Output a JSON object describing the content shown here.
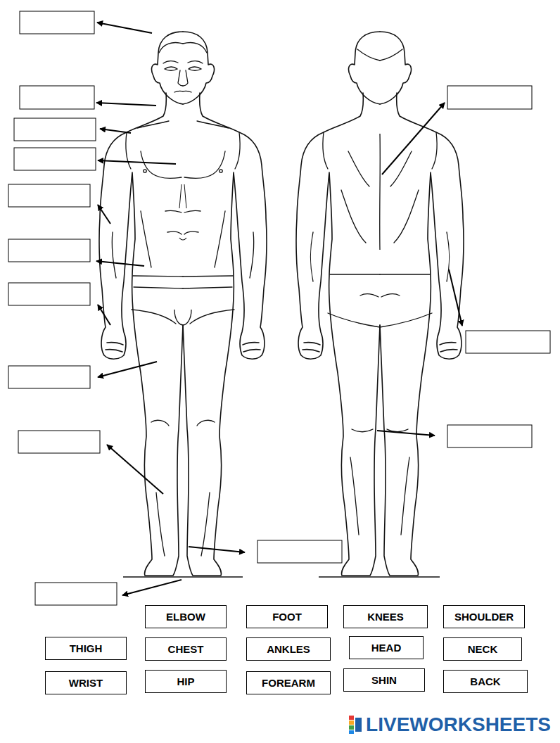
{
  "diagram": {
    "nodes": [
      {
        "text": [
          "ELBOW"
        ]
      },
      {
        "text": [
          "FOOT"
        ]
      },
      {
        "text": [
          "KNEES"
        ]
      },
      {
        "text": [
          "SHOULDER"
        ]
      },
      {
        "text": [
          "THIGH"
        ]
      },
      {
        "text": [
          "CHEST"
        ]
      },
      {
        "text": [
          "ANKLES"
        ]
      },
      {
        "text": [
          "HEAD"
        ]
      },
      {
        "text": [
          "NECK"
        ]
      },
      {
        "text": [
          "WRIST"
        ]
      },
      {
        "text": [
          "HIP"
        ]
      },
      {
        "text": [
          "FOREARM"
        ]
      },
      {
        "text": [
          "SHIN"
        ]
      },
      {
        "text": [
          "BACK"
        ]
      }
    ],
    "labels": [
      "LIVEWORKSHEETS"
    ]
  }
}
